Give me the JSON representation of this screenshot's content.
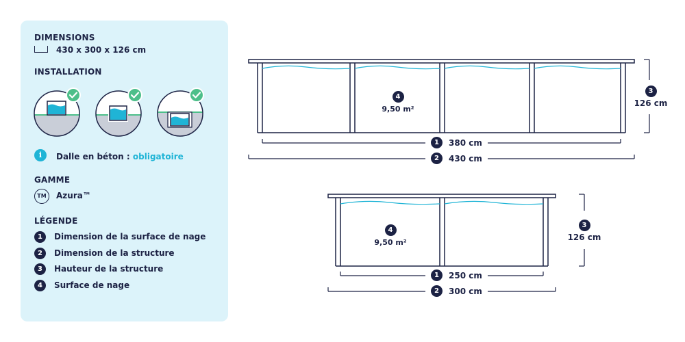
{
  "panel": {
    "dimensions": {
      "title": "DIMENSIONS",
      "value": "430 x 300 x 126 cm"
    },
    "installation": {
      "title": "INSTALLATION",
      "options": [
        {
          "icon": "above-ground-pool-icon",
          "check": "check-icon"
        },
        {
          "icon": "semi-buried-pool-icon",
          "check": "check-icon"
        },
        {
          "icon": "buried-pool-icon",
          "check": "check-icon"
        }
      ]
    },
    "slab": {
      "label": "Dalle en béton :",
      "value": "obligatoire",
      "icon": "info-icon",
      "icon_glyph": "i"
    },
    "range": {
      "title": "GAMME",
      "icon_glyph": "TM",
      "value": "Azura™"
    },
    "legend": {
      "title": "LÉGENDE",
      "items": [
        {
          "num": "1",
          "label": "Dimension de la surface de nage"
        },
        {
          "num": "2",
          "label": "Dimension de la structure"
        },
        {
          "num": "3",
          "label": "Hauteur de la structure"
        },
        {
          "num": "4",
          "label": "Surface de nage"
        }
      ]
    }
  },
  "diagrams": {
    "long_side": {
      "area_num": "4",
      "area": "9,50 m²",
      "height_num": "3",
      "height": "126 cm",
      "inner_num": "1",
      "inner": "380 cm",
      "outer_num": "2",
      "outer": "430 cm"
    },
    "short_side": {
      "area_num": "4",
      "area": "9,50 m²",
      "height_num": "3",
      "height": "126 cm",
      "inner_num": "1",
      "inner": "250 cm",
      "outer_num": "2",
      "outer": "300 cm"
    }
  },
  "colors": {
    "navy": "#1c2244",
    "accent": "#1fb4d6",
    "panel_bg": "#dcf3fa",
    "check": "#4dbf8a"
  }
}
